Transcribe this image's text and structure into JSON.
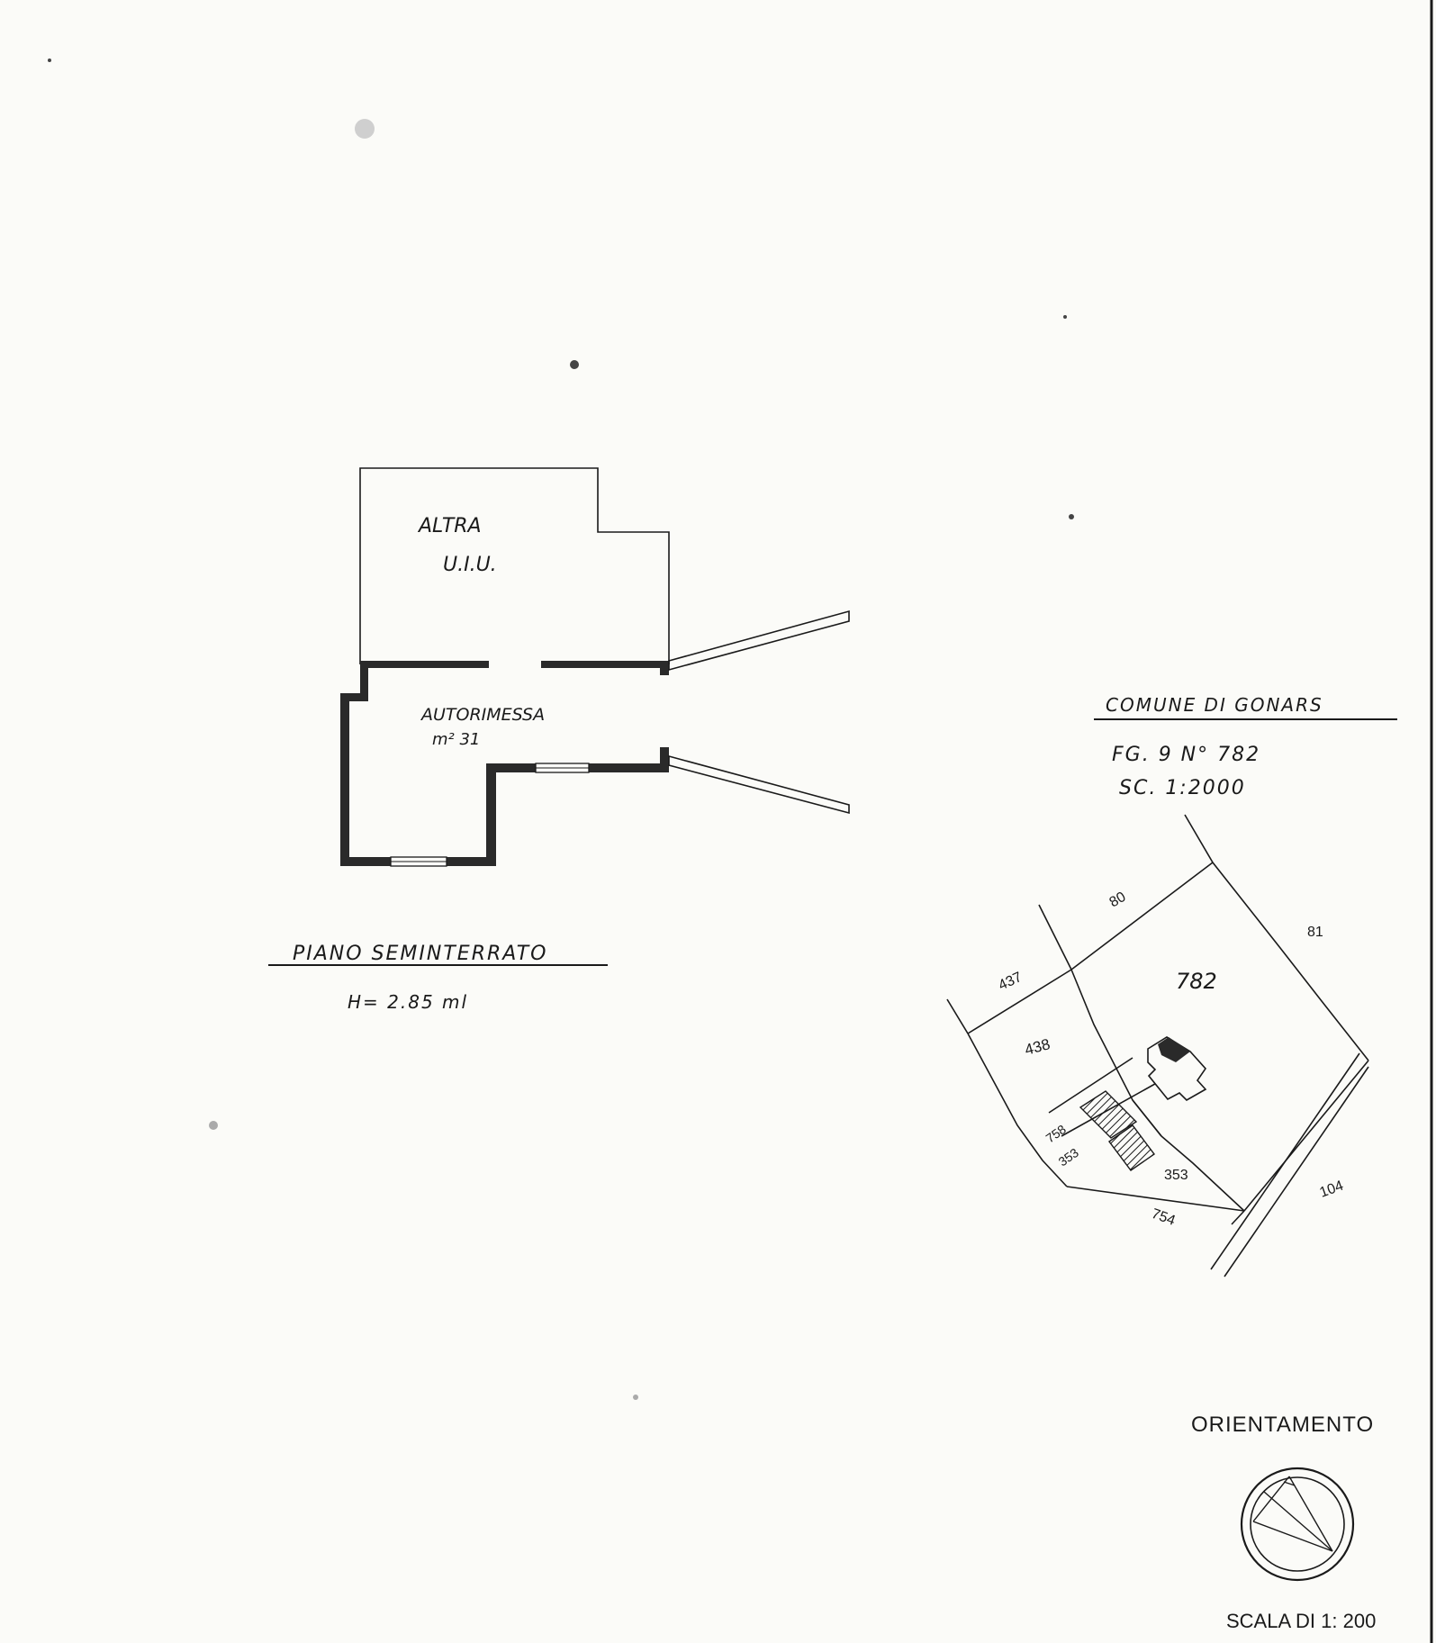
{
  "floor_plan": {
    "other_unit_line1": "ALTRA",
    "other_unit_line2": "U.I.U.",
    "room_name": "AUTORIMESSA",
    "room_area": "m² 31",
    "floor_title": "PIANO SEMINTERRATO",
    "floor_height": "H= 2.85 ml"
  },
  "cadastral_map": {
    "municipality": "COMUNE DI GONARS",
    "sheet_parcel": "FG. 9 N° 782",
    "scale": "SC. 1:2000",
    "parcels": [
      "80",
      "81",
      "782",
      "437",
      "438",
      "758",
      "353",
      "353",
      "754",
      "104"
    ]
  },
  "orientation": {
    "label": "ORIENTAMENTO"
  },
  "drawing_scale": "SCALA DI 1: 200"
}
